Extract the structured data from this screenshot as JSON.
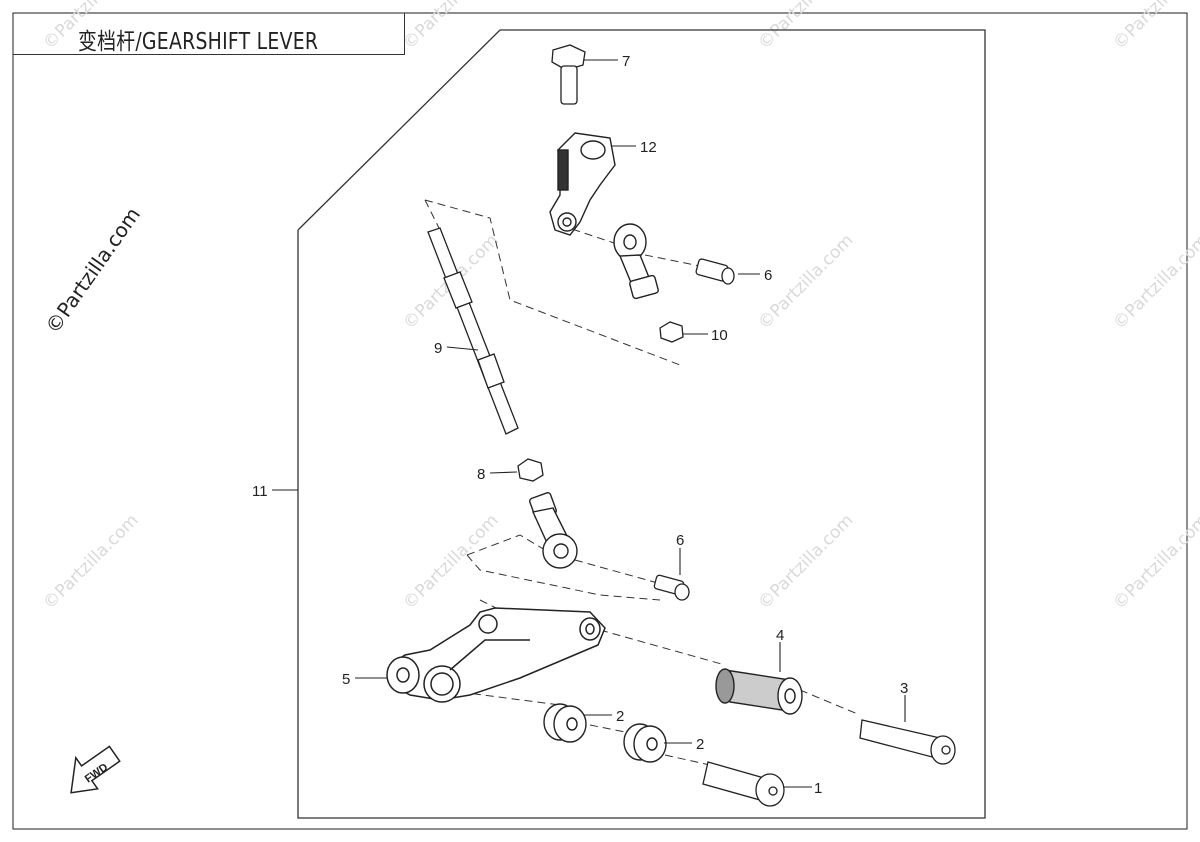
{
  "title": "变档杆/GEARSHIFT  LEVER",
  "watermark_large": "©Partzilla.com",
  "watermark_small": "©Partzilla.com",
  "fwd_label": "FWD",
  "callouts": {
    "c1": "1",
    "c2a": "2",
    "c2b": "2",
    "c3": "3",
    "c4": "4",
    "c5": "5",
    "c6a": "6",
    "c6b": "6",
    "c7": "7",
    "c8": "8",
    "c9": "9",
    "c10": "10",
    "c11": "11",
    "c12": "12"
  }
}
